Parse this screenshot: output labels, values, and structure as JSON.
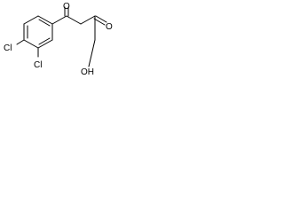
{
  "molecule": {
    "atoms": {
      "cl_upper": "Cl",
      "cl_lower": "Cl",
      "ketone_oxygen": "O",
      "hydroxyl": "OH",
      "acid_oxygen": "O"
    },
    "colors": {
      "bond": "#000000",
      "label": "#000000",
      "background": "#ffffff"
    }
  }
}
